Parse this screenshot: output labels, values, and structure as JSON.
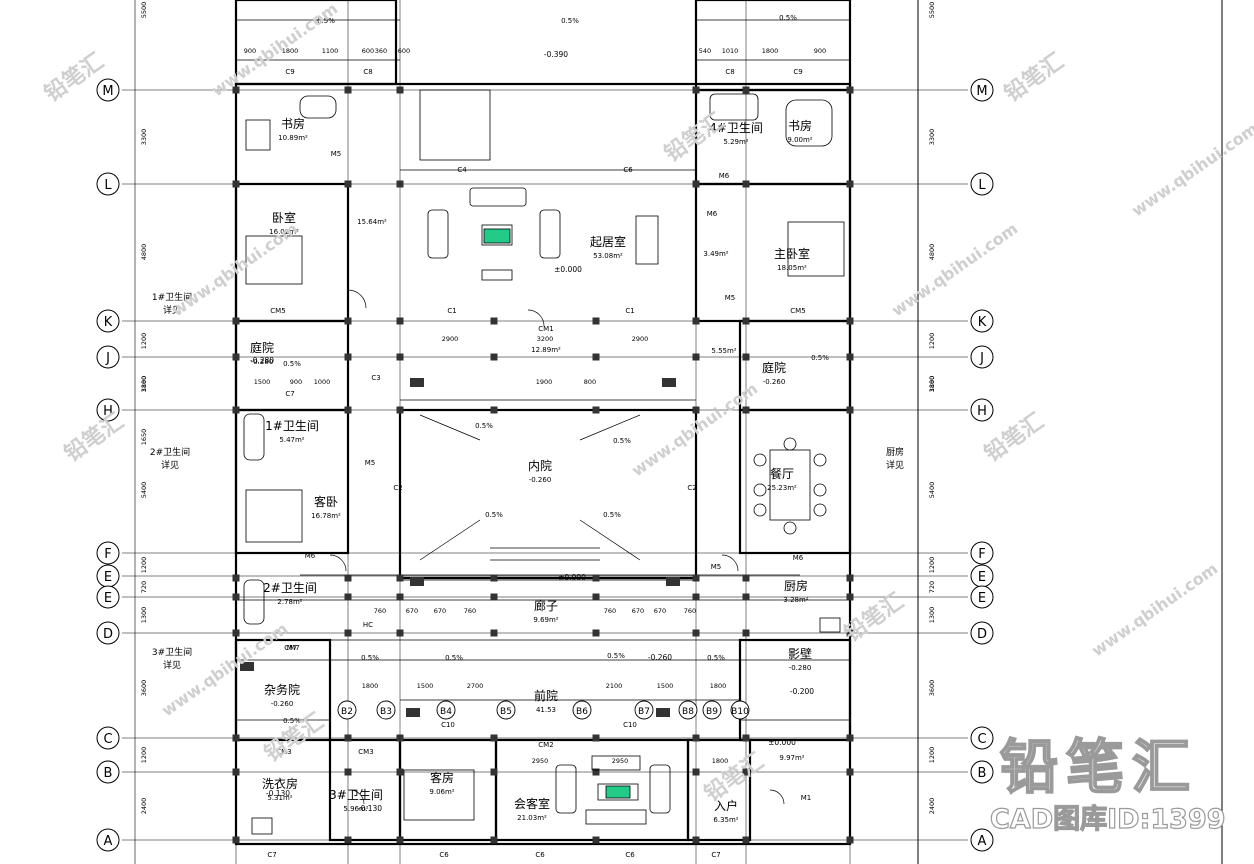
{
  "plan": {
    "grid_rows": [
      "M",
      "L",
      "K",
      "J",
      "H",
      "F",
      "E",
      "E",
      "D",
      "C",
      "B",
      "A"
    ],
    "grid_cols": [
      "B2",
      "B3",
      "B4",
      "B5",
      "B6",
      "B7",
      "B8",
      "B9",
      "B10"
    ],
    "rooms": [
      {
        "key": "study_w",
        "name": "书房",
        "area": "10.89m²"
      },
      {
        "key": "bath4",
        "name": "4#卫生间",
        "area": "5.29m²"
      },
      {
        "key": "study_e",
        "name": "书房",
        "area": "9.00m²"
      },
      {
        "key": "bed_w",
        "name": "卧室",
        "area": "16.02m²"
      },
      {
        "key": "corridor_nw",
        "name": "",
        "area": "15.64m²"
      },
      {
        "key": "living",
        "name": "起居室",
        "area": "53.08m²"
      },
      {
        "key": "master",
        "name": "主卧室",
        "area": "18.05m²"
      },
      {
        "key": "closet",
        "name": "",
        "area": "3.49m²"
      },
      {
        "key": "yard_w",
        "name": "庭院",
        "area": "-0.280"
      },
      {
        "key": "yard_e",
        "name": "庭院",
        "area": "-0.260"
      },
      {
        "key": "hall_n",
        "name": "",
        "area": "12.89m²"
      },
      {
        "key": "hall_ne",
        "name": "",
        "area": "5.55m²"
      },
      {
        "key": "bath1",
        "name": "1#卫生间",
        "area": "5.47m²"
      },
      {
        "key": "court",
        "name": "内院",
        "area": "-0.260"
      },
      {
        "key": "dining",
        "name": "餐厅",
        "area": "25.23m²"
      },
      {
        "key": "guest",
        "name": "客卧",
        "area": "16.78m²"
      },
      {
        "key": "bath2",
        "name": "2#卫生间",
        "area": "2.78m²"
      },
      {
        "key": "kitchen",
        "name": "厨房",
        "area": "3.28m²"
      },
      {
        "key": "hallway",
        "name": "廊子",
        "area": "9.69m²"
      },
      {
        "key": "service",
        "name": "杂务院",
        "area": "-0.260"
      },
      {
        "key": "front",
        "name": "前院",
        "area": "41.53"
      },
      {
        "key": "screen",
        "name": "影壁",
        "area": "-0.280"
      },
      {
        "key": "laundry",
        "name": "洗衣房",
        "area": "5.31m²"
      },
      {
        "key": "bath3",
        "name": "3#卫生间",
        "area": "5.96m²"
      },
      {
        "key": "guestroom",
        "name": "客房",
        "area": "9.06m²"
      },
      {
        "key": "reception",
        "name": "会客室",
        "area": "21.03m²"
      },
      {
        "key": "entry",
        "name": "入户",
        "area": "6.35m²"
      },
      {
        "key": "porch",
        "name": "",
        "area": "9.97m²"
      }
    ],
    "notes": [
      {
        "key": "bath_note_1",
        "line1": "1#卫生间",
        "line2": "详见"
      },
      {
        "key": "bath_note_2",
        "line1": "2#卫生间",
        "line2": "详见"
      },
      {
        "key": "bath_note_3",
        "line1": "3#卫生间",
        "line2": "详见"
      },
      {
        "key": "kitchen_note",
        "line1": "厨房",
        "line2": "详见"
      }
    ],
    "levels": [
      "±0.000",
      "-0.390",
      "-0.280",
      "-0.260",
      "±0.000",
      "-0.130",
      "-0.200",
      "-0.130",
      "±0.000"
    ],
    "slope": "0.5%",
    "windows": [
      "C9",
      "C8",
      "C8",
      "C9",
      "C4",
      "C6",
      "C1",
      "C1",
      "CM1",
      "CM5",
      "CM5",
      "C3",
      "C2",
      "C2",
      "C7",
      "HC",
      "CM2",
      "C10",
      "C10",
      "CM3",
      "CM3",
      "CM7",
      "C7",
      "C6",
      "C6",
      "C6",
      "C7"
    ],
    "doors": [
      "M5",
      "M6",
      "M6",
      "M5",
      "M5",
      "M6",
      "M6",
      "M5",
      "M7",
      "M1"
    ],
    "dims_top": [
      "900",
      "1800",
      "1100",
      "600",
      "360",
      "600",
      "540",
      "1010",
      "1800",
      "900"
    ],
    "dims_row1": [
      "2900",
      "3200",
      "2900"
    ],
    "dims_row2": [
      "1500",
      "900",
      "1000",
      "1900",
      "800"
    ],
    "dims_row3": [
      "760",
      "670",
      "670",
      "760",
      "760",
      "670",
      "670",
      "760"
    ],
    "dims_row4": [
      "1800",
      "1500",
      "2700",
      "2100",
      "1500",
      "1800"
    ],
    "dims_row5": [
      "2950",
      "2950",
      "1800"
    ],
    "dims_left": [
      "5500",
      "3300",
      "4800",
      "1200",
      "3180",
      "1800",
      "1650",
      "5400",
      "1200",
      "720",
      "1300",
      "3600",
      "1200",
      "2400"
    ],
    "dims_right": [
      "5500",
      "3300",
      "4800",
      "1200",
      "3180",
      "1800",
      "5400",
      "1200",
      "720",
      "1300",
      "3600",
      "1200",
      "2400"
    ]
  },
  "watermark": {
    "site": "www.qbihui.com",
    "brand": "铅笔汇"
  },
  "logo": {
    "brand": "铅笔汇",
    "id_text": "CAD图库ID:1399"
  }
}
